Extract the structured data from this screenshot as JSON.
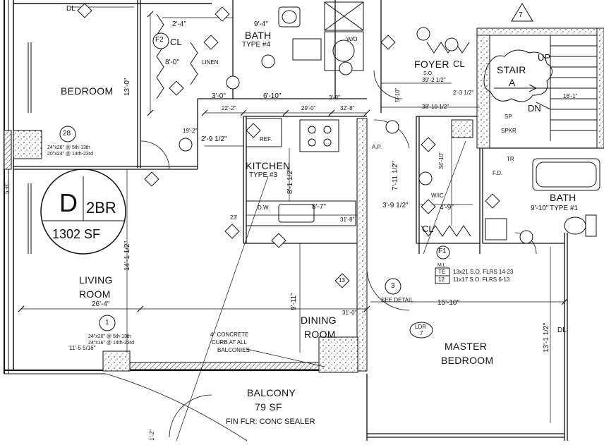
{
  "unit_badge": {
    "code": "D",
    "type": "2BR",
    "area": "1302 SF"
  },
  "rooms": {
    "bedroom": "BEDROOM",
    "living": "LIVING",
    "living2": "ROOM",
    "kitchen": "KITCHEN",
    "kitchen_type": "TYPE #3",
    "dining": "DINING",
    "dining2": "ROOM",
    "bath_top": "BATH",
    "bath_top_type": "TYPE #4",
    "foyer": "FOYER",
    "stair": "STAIR",
    "stair_letter": "A",
    "bath_right": "BATH",
    "bath_right_type": "TYPE #1",
    "master": "MASTER",
    "master2": "BEDROOM",
    "balcony": "BALCONY",
    "balcony_area": "79 SF",
    "balcony_finish": "FIN FLR: CONC SEALER"
  },
  "tags": {
    "cl1": "CL",
    "cl2": "CL",
    "cl3": "CL",
    "linen": "LINEN",
    "wd": "W/D",
    "wic": "W/IC",
    "ref": "REF.",
    "dw": "D.W.",
    "up": "UP",
    "dn": "DN",
    "spkr": "SPKR",
    "sp": "SP",
    "ap": "A.P.",
    "fd": "F.D.",
    "tr": "TR",
    "dl1": "DL",
    "dl2": "DL",
    "see_detail": "SEE DETAIL",
    "ldr": "LDR",
    "ldr_num": "7",
    "sec7": "7",
    "f2": "F2",
    "f1": "F1",
    "num28": "28",
    "num1": "1",
    "num3": "3",
    "num13": "13"
  },
  "notes": {
    "curb": "4\" CONCRETE",
    "curb2": "CURB AT ALL",
    "curb3": "BALCONIES",
    "w28a": "24\"x26\" @ 5th-13th",
    "w28b": "20\"x24\" @ 14th-23rd",
    "w1a": "24\"x20\" @ 5th-13th",
    "w1b": "24\"x16\" @ 14th-23rd",
    "so": "S.O.",
    "ml": "M.L.",
    "te_tag": "TE",
    "te_val": "13x21 S.O. FLRS 14-23",
    "twelve_tag": "12",
    "twelve_val": "11x17 S.O. FLRS 6-13"
  },
  "dims": {
    "d2_4": "2'-4\"",
    "d9_4": "9'-4\"",
    "d8_0": "8'-0\"",
    "d13_0": "13'-0\"",
    "d3_0": "3'-0\"",
    "d6_10": "6'-10\"",
    "d3_8": "3'-8\"",
    "d22_2": "22'-2\"",
    "d29_0": "29'-0\"",
    "d32_8": "32'-8\"",
    "d39_2": "39'-2 1/2\"",
    "d38_10": "38'-10 1/2\"",
    "d2_3": "2'-3 1/2\"",
    "d16_1": "16'-1\"",
    "d19_2": "19'-2\"",
    "d2_9": "2'-9 1/2\"",
    "d8_7": "8'-7\"",
    "d31_8": "31'-8\"",
    "d23": "23'",
    "d14_1": "14'-1 1/2\"",
    "d26_4": "26'-4\"",
    "d9_11": "9'-11\"",
    "d31_0": "31'-0\"",
    "d15_10": "15'-10\"",
    "d13_1": "13'-1 1/2\"",
    "d4_9": "4'-9\"",
    "d3_9": "3'-9 1/2\"",
    "d9_10": "9'-10\"",
    "d7_11": "7'-11 1/2\"",
    "d11_5": "11'-5 5/16\"",
    "d5_8": "5'-8\"",
    "d1_2": "1'-2\"",
    "d8_1": "8'-1 1/2\"",
    "d5_10": "5'-10\"",
    "d34_10": "34'-10\""
  }
}
